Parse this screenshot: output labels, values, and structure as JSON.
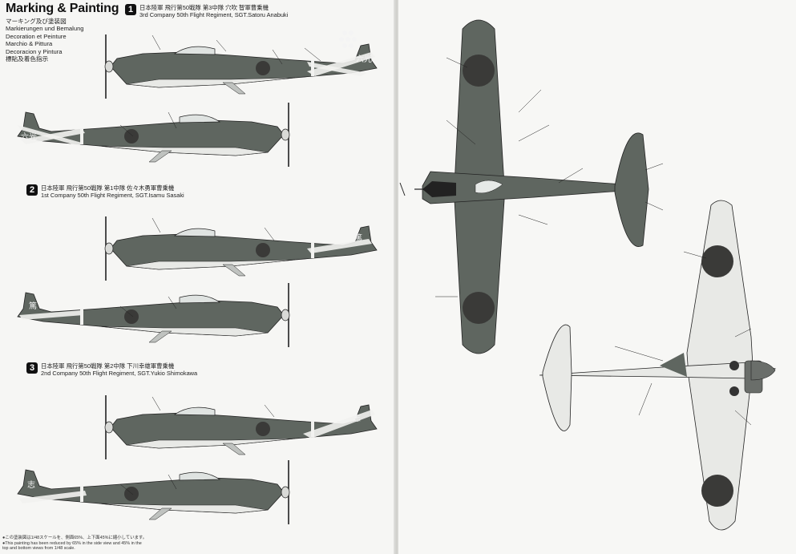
{
  "title": "Marking & Painting",
  "languages": [
    "マーキング及び塗装図",
    "Markierungen und Bemalung",
    "Decoration et Peinture",
    "Marchio & Pittura",
    "Decoracion y Pintura",
    "標貼及着色指示"
  ],
  "schemes": [
    {
      "number": "1",
      "jp": "日本陸軍 飛行第50戦隊 第3中隊 穴吹 智軍曹乗機",
      "en": "3rd Company 50th Flight Regiment, SGT.Satoru Anabuki",
      "tail_kanji": "六光"
    },
    {
      "number": "2",
      "jp": "日本陸軍 飛行第50戦隊 第1中隊 佐々木勇軍曹乗機",
      "en": "1st Company 50th Flight Regiment, SGT.Isamu Sasaki",
      "tail_kanji": "篤"
    },
    {
      "number": "3",
      "jp": "日本陸軍 飛行第50戦隊 第2中隊 下川幸雄軍曹乗機",
      "en": "2nd Company 50th Flight Regiment, SGT.Yukio Shimokawa",
      "tail_kanji": "志"
    }
  ],
  "footer": [
    "●この塗装図は1/48スケールを、側面65%、上下面45%に縮小しています。",
    "●This painting has been reduced by 65% in the side view and 45% in the",
    "top and bottom views from 1/48 scale."
  ],
  "colors": {
    "fuselage_green": "#5f6660",
    "hinomaru": "#3a3a38",
    "underside": "#e8e9e6",
    "band": "#f2f2f0",
    "ink": "#111111"
  }
}
